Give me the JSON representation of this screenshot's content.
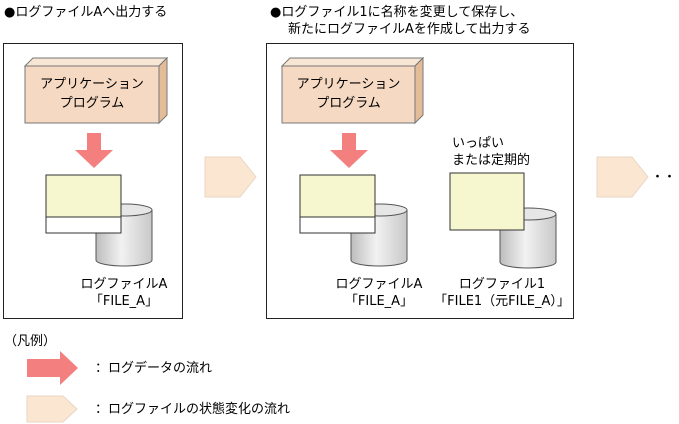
{
  "diagram": {
    "left": {
      "heading": "●ログファイルAへ出力する",
      "app_line1": "アプリケーション",
      "app_line2": "プログラム",
      "log_name": "ログファイルA",
      "log_file": "「FILE_A」"
    },
    "right": {
      "heading_line1": "●ログファイル1に名称を変更して保存し、",
      "heading_line2": "新たにログファイルAを作成して出力する",
      "app_line1": "アプリケーション",
      "app_line2": "プログラム",
      "log_name": "ログファイルA",
      "log_file": "「FILE_A」",
      "full_note_line1": "いっぱい",
      "full_note_line2": "または定期的",
      "saved_name": "ログファイル1",
      "saved_file": "「FILE1（元FILE_A）」"
    },
    "ellipsis": "・・・"
  },
  "legend": {
    "title": "（凡例）",
    "log_data_flow": "：ログデータの流れ",
    "state_change_flow": "：ログファイルの状態変化の流れ"
  },
  "colors": {
    "app_box": "#f5d9c2",
    "app_box_edge": "#e6bfa0",
    "log_data_arrow": "#f47f7f",
    "log_sheet": "#f6f6cf",
    "state_arrow": "#fbe6d2"
  }
}
